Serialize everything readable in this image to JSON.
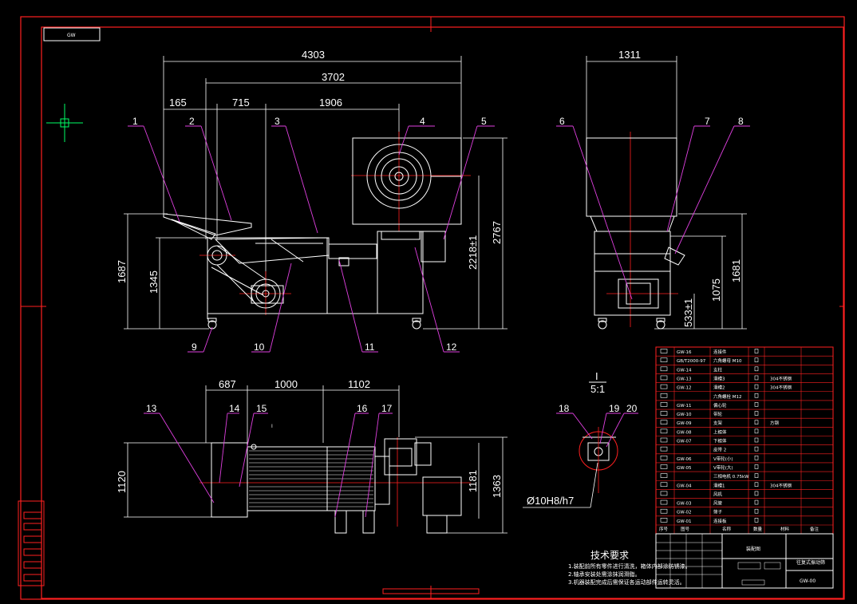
{
  "drawing": {
    "code_box": "GW",
    "dims": {
      "front_total": "4303",
      "front_3702": "3702",
      "front_165": "165",
      "front_715": "715",
      "front_1906": "1906",
      "front_2767": "2767",
      "front_2218": "2218±1",
      "front_1687": "1687",
      "front_1345": "1345",
      "side_1311": "1311",
      "side_1681": "1681",
      "side_1075": "1075",
      "side_533": "533±1",
      "top_687": "687",
      "top_1000": "1000",
      "top_1102": "1102",
      "top_1120": "1120",
      "top_1181": "1181",
      "top_1363": "1363",
      "fit": "Ø10H8/h7"
    },
    "balloons": [
      "1",
      "2",
      "3",
      "4",
      "5",
      "6",
      "7",
      "8",
      "9",
      "10",
      "11",
      "12",
      "13",
      "14",
      "15",
      "16",
      "17",
      "18",
      "19",
      "20"
    ],
    "detail": {
      "label": "I",
      "scale": "5:1",
      "marker": "I"
    },
    "tech_title": "技术要求",
    "tech_notes": [
      "1.装配前所有零件进行清洗，箱体内部涂防锈漆。",
      "2.轴承安装处需涂抹润滑脂。",
      "3.机器装配完成后需保证各运动部件运转灵活。"
    ],
    "title_block": {
      "name": "装配图",
      "product": "往复式振动筛",
      "code": "GW-00"
    },
    "bom_header": [
      "序号",
      "图号",
      "名称",
      "数量",
      "材料",
      "备注"
    ],
    "bom": [
      {
        "code": "GW-16",
        "name": "连接件",
        "mat": ""
      },
      {
        "code": "GB/T2000-97",
        "name": "六角螺母 M10",
        "mat": ""
      },
      {
        "code": "GW-14",
        "name": "支柱",
        "mat": ""
      },
      {
        "code": "GW-13",
        "name": "滑槽3",
        "mat": "304不锈钢"
      },
      {
        "code": "GW-12",
        "name": "滑槽2",
        "mat": "304不锈钢"
      },
      {
        "code": "",
        "name": "六角螺栓 M12",
        "mat": ""
      },
      {
        "code": "GW-11",
        "name": "偏心轮",
        "mat": ""
      },
      {
        "code": "GW-10",
        "name": "带轮",
        "mat": ""
      },
      {
        "code": "GW-09",
        "name": "支架",
        "mat": "方钢"
      },
      {
        "code": "GW-08",
        "name": "上框体",
        "mat": ""
      },
      {
        "code": "GW-07",
        "name": "下框体",
        "mat": ""
      },
      {
        "code": "",
        "name": "皮带 2",
        "mat": ""
      },
      {
        "code": "GW-06",
        "name": "V带轮(小)",
        "mat": ""
      },
      {
        "code": "GW-05",
        "name": "V带轮(大)",
        "mat": ""
      },
      {
        "code": "",
        "name": "三相电机 0.75kW",
        "mat": ""
      },
      {
        "code": "GW-04",
        "name": "滑槽1",
        "mat": "304不锈钢"
      },
      {
        "code": "",
        "name": "风机",
        "mat": ""
      },
      {
        "code": "GW-03",
        "name": "风管",
        "mat": ""
      },
      {
        "code": "GW-02",
        "name": "筛子",
        "mat": ""
      },
      {
        "code": "GW-01",
        "name": "连接板",
        "mat": ""
      }
    ]
  }
}
